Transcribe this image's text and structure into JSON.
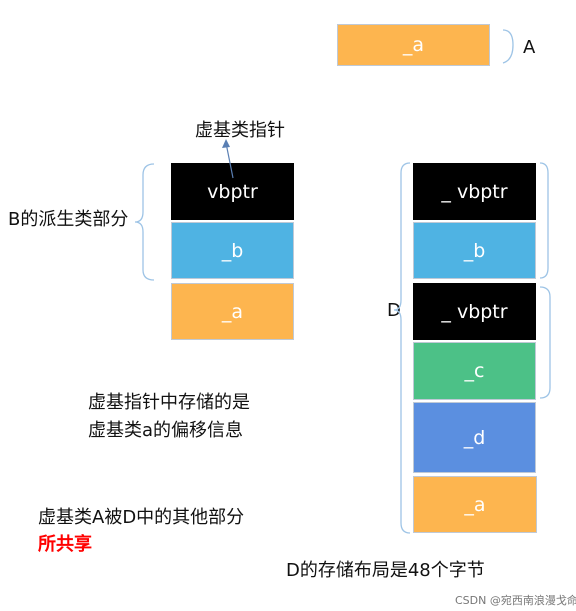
{
  "box_a_top": "_a",
  "label_a": "A",
  "vptr_pointer_label": "虚基类指针",
  "b_part_label": "B的派生类部分",
  "b_stack": [
    "vbptr",
    "_b",
    "_a"
  ],
  "d_label": "D",
  "d_stack": [
    "_ vbptr",
    "_b",
    "_ vbptr",
    "_c",
    "_d",
    "_a"
  ],
  "note1_line1": "虚基指针中存储的是",
  "note1_line2": "虚基类a的偏移信息",
  "note2_line1": "虚基类A被D中的其他部分",
  "note2_line2": "所共享",
  "d_size_note": "D的存储布局是48个字节",
  "watermark": "CSDN @宛西南浪漫戈命",
  "colors": {
    "black": "#000000",
    "blue": "#4fb3e3",
    "orange": "#fdb54f",
    "green": "#4cc187",
    "royal": "#5b8fe0",
    "bracket": "#9ec4e6",
    "red": "#ff0000"
  }
}
